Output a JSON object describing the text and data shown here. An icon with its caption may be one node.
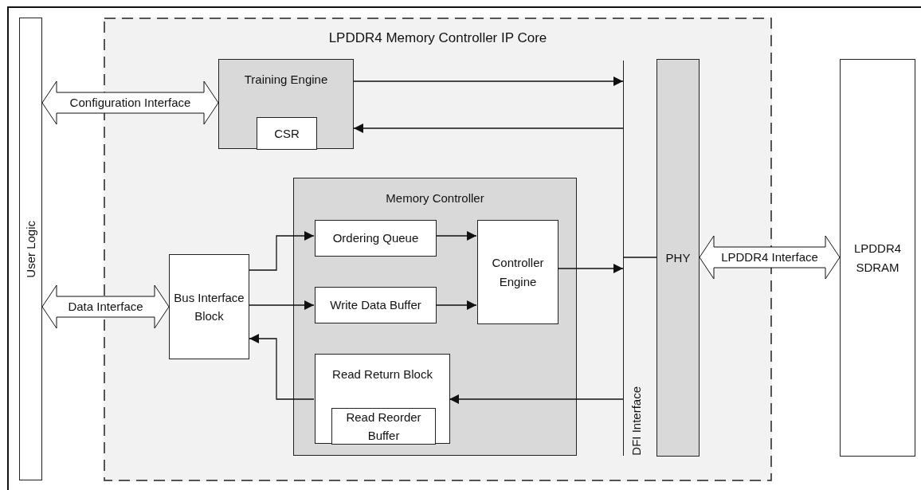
{
  "diagram": {
    "nodes": [
      {
        "text": [
          "User Logic"
        ]
      },
      {
        "text": [
          "LPDDR4 Memory Controller IP Core"
        ]
      },
      {
        "text": [
          "Training Engine"
        ],
        "in": 1
      },
      {
        "text": [
          "CSR"
        ],
        "in": 2
      },
      {
        "text": [
          "Memory Controller"
        ],
        "in": 1
      },
      {
        "text": [
          "Ordering Queue"
        ],
        "in": 4
      },
      {
        "text": [
          "Controller Engine"
        ],
        "in": 4
      },
      {
        "text": [
          "Write Data Buffer"
        ],
        "in": 4
      },
      {
        "text": [
          "Bus Interface Block"
        ],
        "in": 1
      },
      {
        "text": [
          "Read Return Block"
        ],
        "in": 4
      },
      {
        "text": [
          "Read Reorder Buffer"
        ],
        "in": 9
      },
      {
        "text": [
          "DFI Interface"
        ],
        "in": 1
      },
      {
        "text": [
          "PHY"
        ],
        "in": 1
      },
      {
        "text": [
          "LPDDR4 SDRAM"
        ]
      }
    ],
    "edges": [
      {
        "from": 0,
        "to": 2,
        "arrow": "both",
        "label": "Configuration Interface",
        "style": "thick"
      },
      {
        "from": 0,
        "to": 8,
        "arrow": "both",
        "label": "Data Interface",
        "style": "thick"
      },
      {
        "from": 12,
        "to": 13,
        "arrow": "both",
        "label": "LPDDR4 Interface",
        "style": "thick"
      },
      {
        "from": 2,
        "to": 11,
        "arrow": "to"
      },
      {
        "from": 11,
        "to": 2,
        "arrow": "to"
      },
      {
        "from": 8,
        "to": 5,
        "arrow": "to"
      },
      {
        "from": 8,
        "to": 7,
        "arrow": "to"
      },
      {
        "from": 9,
        "to": 8,
        "arrow": "to"
      },
      {
        "from": 5,
        "to": 6,
        "arrow": "to"
      },
      {
        "from": 7,
        "to": 6,
        "arrow": "to"
      },
      {
        "from": 6,
        "to": 11,
        "arrow": "to"
      },
      {
        "from": 11,
        "to": 9,
        "arrow": "to"
      },
      {
        "from": 11,
        "to": 12,
        "arrow": "none"
      }
    ]
  }
}
